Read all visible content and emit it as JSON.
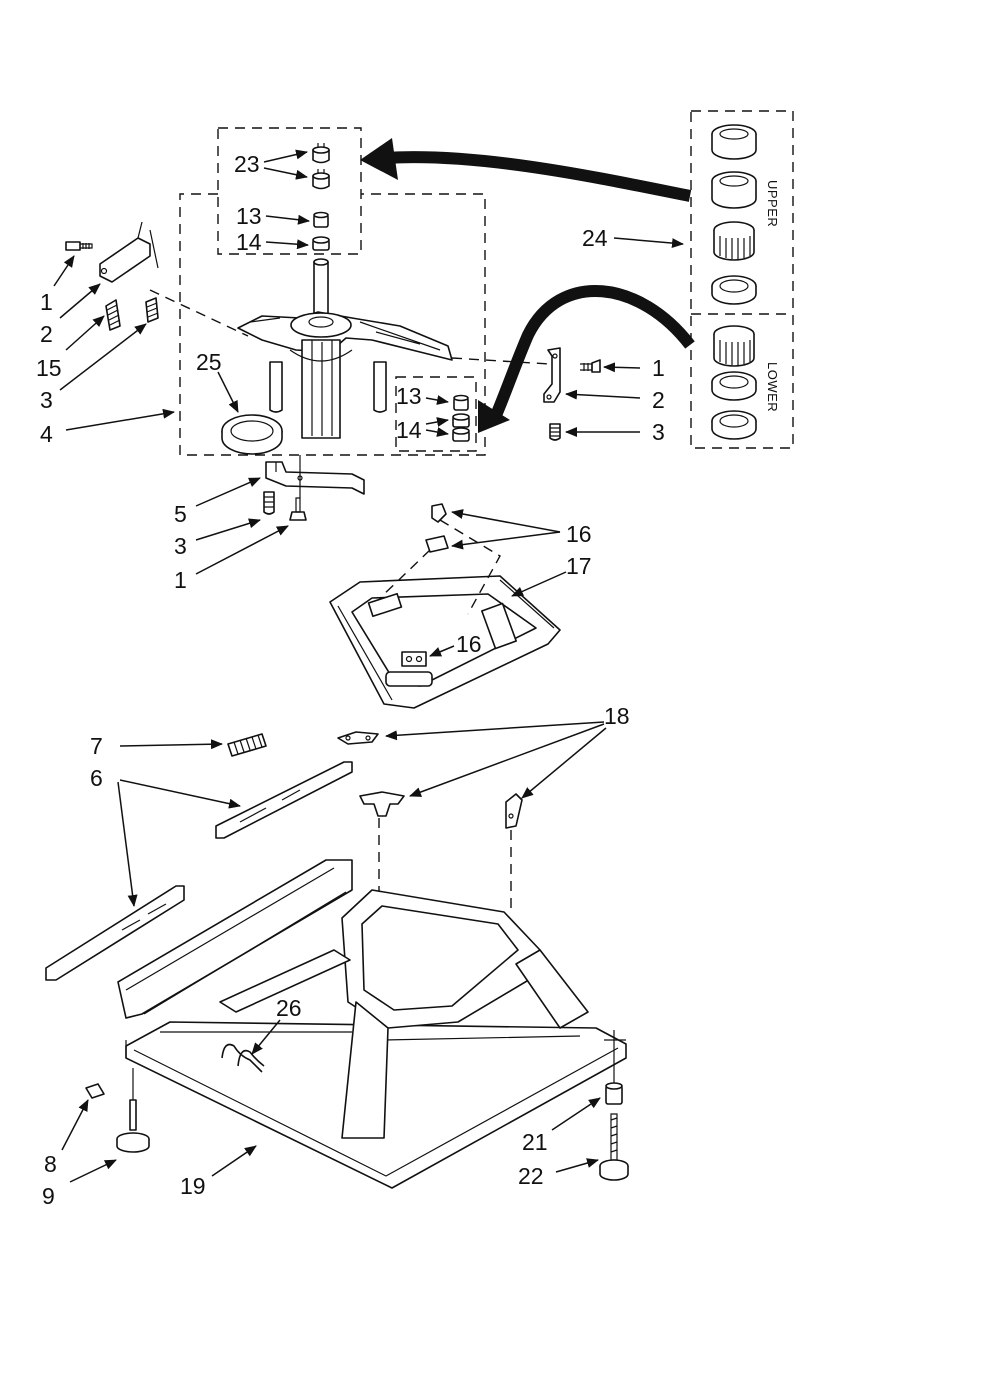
{
  "callouts": {
    "c23": "23",
    "c13a": "13",
    "c14a": "14",
    "c24": "24",
    "c1a": "1",
    "c2a": "2",
    "c15": "15",
    "c3a": "3",
    "c4": "4",
    "c25": "25",
    "c13b": "13",
    "c14b": "14",
    "c1b": "1",
    "c2b": "2",
    "c3b": "3",
    "c5": "5",
    "c3c": "3",
    "c1c": "1",
    "c16a": "16",
    "c17": "17",
    "c16b": "16",
    "c18": "18",
    "c7": "7",
    "c6": "6",
    "c26": "26",
    "c8": "8",
    "c9": "9",
    "c19": "19",
    "c21": "21",
    "c22": "22"
  },
  "kit_labels": {
    "upper": "UPPER",
    "lower": "LOWER"
  }
}
